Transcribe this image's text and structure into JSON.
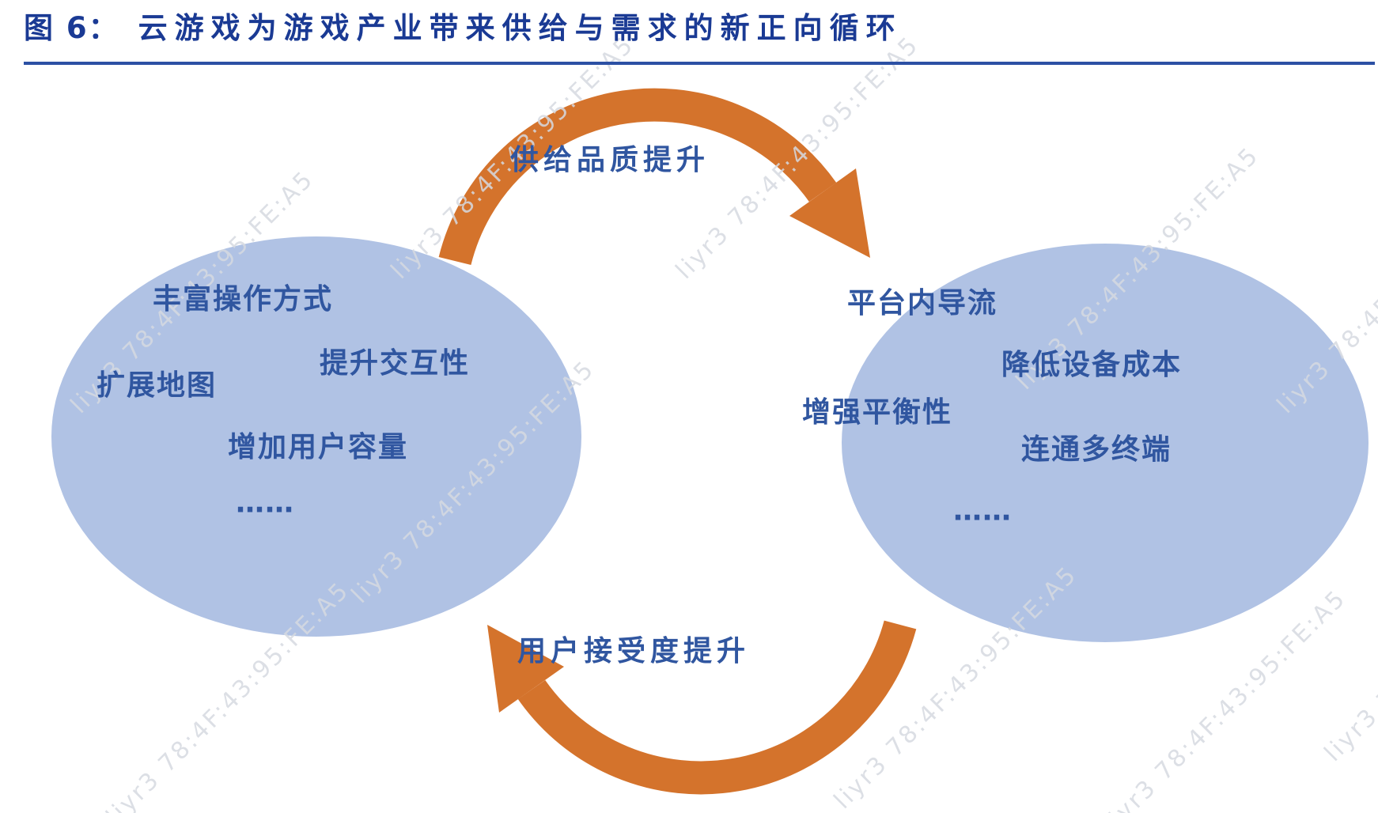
{
  "figure_header": {
    "label": "图 6：",
    "title": "云游戏为游戏产业带来供给与需求的新正向循环"
  },
  "cycle": {
    "top_arrow_label": "供给品质提升",
    "bottom_arrow_label": "用户接受度提升",
    "supply_ellipse": {
      "items": [
        "丰富操作方式",
        "提升交互性",
        "扩展地图",
        "增加用户容量",
        "……"
      ]
    },
    "demand_ellipse": {
      "items": [
        "平台内导流",
        "降低设备成本",
        "增强平衡性",
        "连通多终端",
        "……"
      ]
    }
  },
  "watermark": {
    "text": "liyr3 78:4F:43:95:FE:A5"
  },
  "colors": {
    "title_blue": "#1A3A94",
    "rule_blue": "#2C50A4",
    "ellipse_fill": "#B0C2E4",
    "item_text_blue": "#3056A0",
    "arrow_orange": "#D4732C"
  }
}
